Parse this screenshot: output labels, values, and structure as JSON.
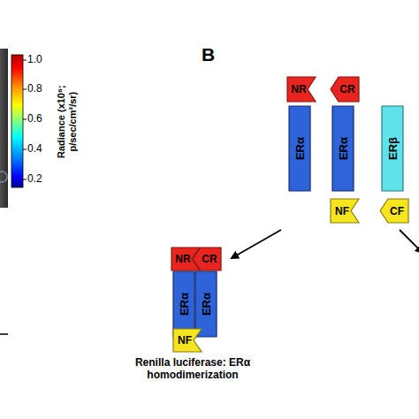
{
  "diagram": {
    "nodes": [
      {
        "text": [
          "NR"
        ]
      },
      {
        "text": [
          "CR"
        ]
      },
      {
        "text": [
          "ERα"
        ]
      },
      {
        "text": [
          "ERα"
        ]
      },
      {
        "text": [
          "ERβ"
        ]
      },
      {
        "text": [
          "NF"
        ]
      },
      {
        "text": [
          "CF"
        ]
      },
      {
        "text": [
          "NR"
        ]
      },
      {
        "text": [
          "CR"
        ]
      },
      {
        "text": [
          "ERα"
        ]
      },
      {
        "text": [
          "ERα"
        ]
      },
      {
        "text": [
          "NF"
        ]
      }
    ],
    "labels": [
      "1.0",
      "0.8",
      "0.6",
      "0.4",
      "0.2",
      "Radiance (x10⁶; p/sec/cm²/sr)",
      "B",
      "Renilla luciferase: ERα homodimerization"
    ]
  }
}
